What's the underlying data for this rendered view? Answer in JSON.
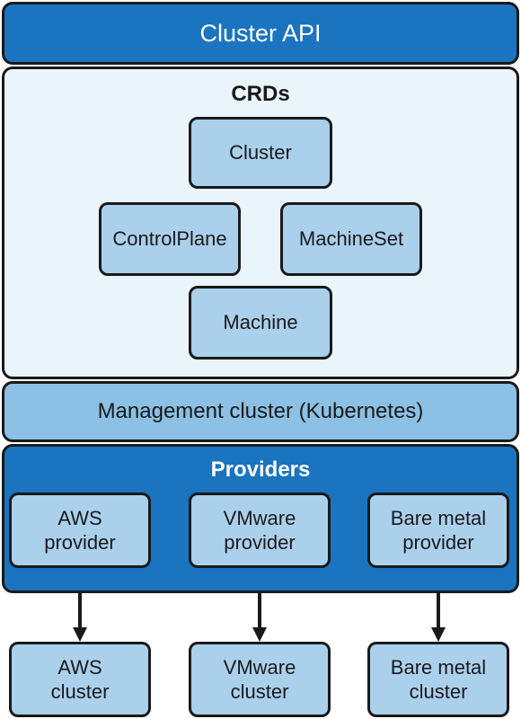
{
  "title": "Cluster API",
  "crds": {
    "label": "CRDs",
    "items": [
      "Cluster",
      "ControlPlane",
      "MachineSet",
      "Machine"
    ]
  },
  "management": {
    "label": "Management cluster (Kubernetes)"
  },
  "providers": {
    "label": "Providers",
    "items": [
      {
        "line1": "AWS",
        "line2": "provider"
      },
      {
        "line1": "VMware",
        "line2": "provider"
      },
      {
        "line1": "Bare metal",
        "line2": "provider"
      }
    ]
  },
  "clusters": [
    {
      "line1": "AWS",
      "line2": "cluster"
    },
    {
      "line1": "VMware",
      "line2": "cluster"
    },
    {
      "line1": "Bare metal",
      "line2": "cluster"
    }
  ],
  "colors": {
    "title_bg": "#1a74c0",
    "crds_bg": "#eaf4fb",
    "node_bg": "#aad0ec",
    "management_bg": "#8cc0e4",
    "providers_bg": "#1a74c0",
    "border": "#1a1a1a"
  }
}
